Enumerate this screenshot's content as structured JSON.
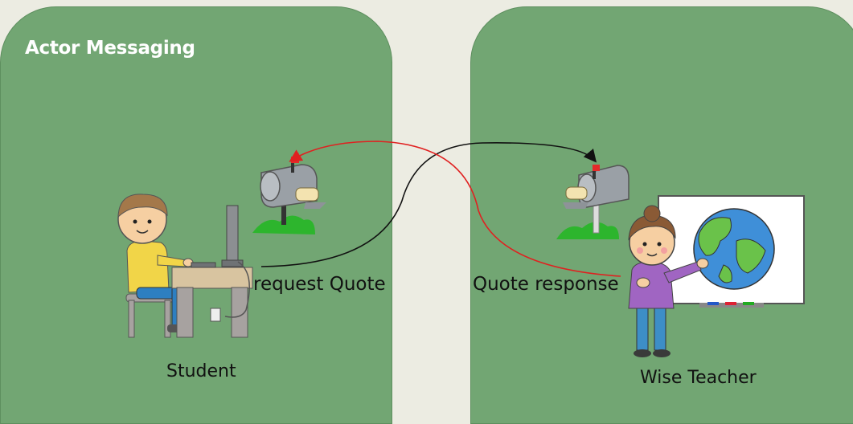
{
  "slide": {
    "title": "Actor Messaging"
  },
  "actors": {
    "student": {
      "label": "Student"
    },
    "teacher": {
      "label": "Wise Teacher"
    }
  },
  "messages": {
    "request": {
      "label": "request Quote"
    },
    "response": {
      "label": "Quote response"
    }
  },
  "colors": {
    "background": "#ecece2",
    "panel": "#72a673",
    "request_arrow": "#111111",
    "response_arrow": "#e02020"
  }
}
